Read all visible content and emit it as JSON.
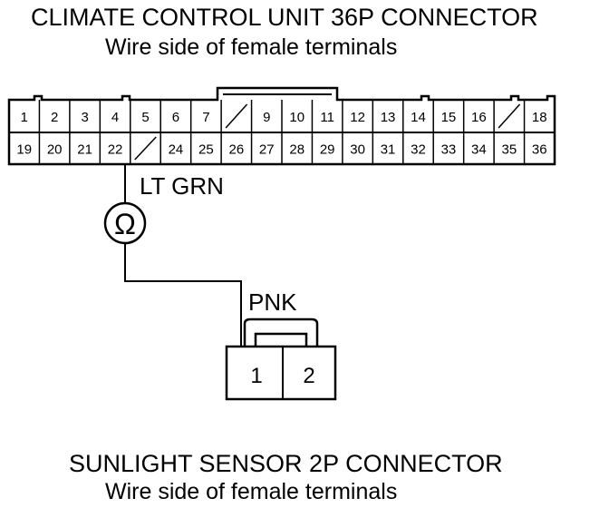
{
  "top_connector": {
    "title": "CLIMATE CONTROL UNIT 36P CONNECTOR",
    "subtitle": "Wire side of female terminals",
    "row1": [
      "1",
      "2",
      "3",
      "4",
      "5",
      "6",
      "7",
      "",
      "9",
      "10",
      "11",
      "12",
      "13",
      "14",
      "15",
      "16",
      "",
      "18"
    ],
    "row2": [
      "19",
      "20",
      "21",
      "22",
      "",
      "24",
      "25",
      "26",
      "27",
      "28",
      "29",
      "30",
      "31",
      "32",
      "33",
      "34",
      "35",
      "36"
    ]
  },
  "wire_top_label": "LT GRN",
  "meter_symbol": "Ω",
  "wire_bottom_label": "PNK",
  "bottom_connector": {
    "terminals": [
      "1",
      "2"
    ],
    "title": "SUNLIGHT SENSOR 2P CONNECTOR",
    "subtitle": "Wire side of female terminals"
  }
}
